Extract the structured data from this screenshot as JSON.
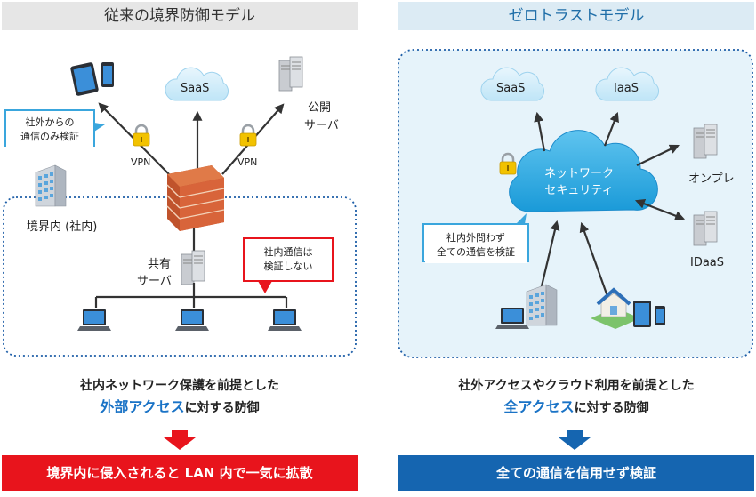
{
  "left": {
    "title": "従来の境界防御モデル",
    "saas": "SaaS",
    "vpn1": "VPN",
    "vpn2": "VPN",
    "public_server_line1": "公開",
    "public_server_line2": "サーバ",
    "callout_outside": [
      "社外からの",
      "通信のみ検証"
    ],
    "perimeter_label": "境界内 (社内)",
    "shared_server_line1": "共有",
    "shared_server_line2": "サーバ",
    "callout_inside": [
      "社内通信は",
      "検証しない"
    ],
    "desc_line1": "社内ネットワーク保護を前提とした",
    "desc_hl": "外部アクセス",
    "desc_rest": "に対する防御",
    "banner": "境界内に侵入されると LAN 内で一気に拡散",
    "accent_color": "#e8141c"
  },
  "right": {
    "title": "ゼロトラストモデル",
    "saas": "SaaS",
    "iaas": "IaaS",
    "network_line1": "ネットワーク",
    "network_line2": "セキュリティ",
    "onpre": "オンプレ",
    "idaas": "IDaaS",
    "callout": [
      "社内外問わず",
      "全ての通信を検証"
    ],
    "desc_line1": "社外アクセスやクラウド利用を前提とした",
    "desc_hl": "全アクセス",
    "desc_rest": "に対する防御",
    "banner": "全ての通信を信用せず検証",
    "accent_color": "#1565b0"
  }
}
